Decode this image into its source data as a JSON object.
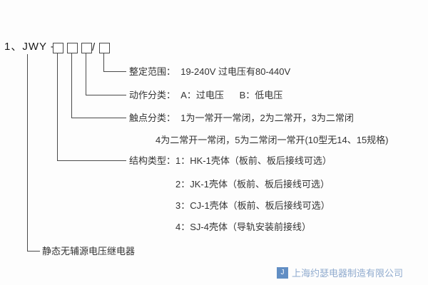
{
  "diagram": {
    "title_prefix": "1、JWY - ",
    "slash": "/",
    "product_name": "静态无辅源电压继电器",
    "branches": {
      "setting_range": "整定范围：  19-240V 过电压有80-440V",
      "action_class": "动作分类：  A：过电压      B：低电压",
      "contact_class_line1": "触点分类：  1为一常开一常闭，2为二常开，3为二常闭",
      "contact_class_line2": "4为二常开一常闭，5为二常闭一常开(10型无14、15规格)",
      "structure_type_line1": "结构类型：1：HK-1壳体（板前、板后接线可选）",
      "structure_type_line2": "2：JK-1壳体（板前、板后接线可选）",
      "structure_type_line3": "3：CJ-1壳体（板前、板后接线可选）",
      "structure_type_line4": "4：SJ-4壳体（导轨安装前接线）"
    }
  },
  "watermark": {
    "logo_letter": "J",
    "text": "上海约瑟电器制造有限公司"
  },
  "colors": {
    "line": "#4a4a4a",
    "text": "#333333",
    "watermark_blue": "#2e6ab2"
  }
}
